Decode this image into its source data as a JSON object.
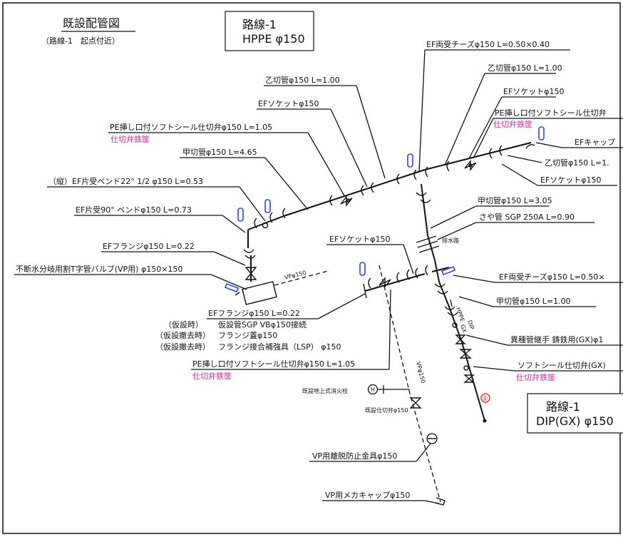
{
  "title": "既設配管図",
  "subtitle": "（路線-1　起点付近）",
  "route_top": {
    "line1": "路線-1",
    "line2": "HPPE φ150"
  },
  "route_bottom": {
    "line1": "路線-1",
    "line2": "DIP(GX) φ150"
  },
  "labels": {
    "ef_tee_top": "EF両受チーズφ150 L=0.50×0.40",
    "otsu_pipe_left": "乙切管φ150 L=1.00",
    "otsu_pipe_right": "乙切管φ150 L=1.00",
    "ef_socket_top_left": "EFソケットφ150",
    "ef_socket_top_right": "EFソケットφ150",
    "pe_valve_right": "PE挿し口付ソフトシール仕切弁",
    "pe_valve_left": "PE挿し口付ソフトシール仕切弁φ150 L=1.05",
    "valve_box_1": "仕切弁鉄筐",
    "valve_box_2": "仕切弁鉄筐",
    "valve_box_3": "仕切弁鉄筐",
    "valve_box_4": "仕切弁鉄筐",
    "ef_cap": "EFキャップ",
    "otsu_pipe_right2": "乙切管φ150 L=1.",
    "ko_pipe_465": "甲切管φ150 L=4.65",
    "ef_socket_right2": "EFソケットφ150",
    "bend_22": "（縦）EF片受ベンド22° 1/2 φ150 L=0.53",
    "ko_pipe_305": "甲切管φ150 L=3.05",
    "bend_90": "EF片受90° ベンドφ150 L=0.73",
    "saya_pipe": "さや管 SGP 250A L=0.90",
    "ef_flange_top": "EFフランジφ150 L=0.22",
    "ef_socket_mid": "EFソケットφ150",
    "waterway_note": "排水路",
    "branch_valve": "不断水分岐用割T字管バルブ(VP用) φ150×150",
    "vp150_a": "VPφ150",
    "ef_tee_mid": "EF両受チーズφ150 L=0.50×",
    "ko_pipe_100": "甲切管φ150 L=1.00",
    "ef_flange_mid": "EFフランジφ150 L=0.22",
    "temp_line1_tag": "（仮設時）",
    "temp_line1_text": "仮設管SGP VBφ150接続",
    "temp_line2_tag": "（仮設撤去時）",
    "temp_line2_text": "フランジ蓋φ150",
    "temp_line3_tag": "（仮設撤去時）",
    "temp_line3_text": "フランジ接合補強具（LSP） φ150",
    "hppe_tag": "HPPE",
    "dip_tag": "DIP",
    "gx_tag": "GX",
    "joint_label": "異種管継手 鋳鉄用(GX)φ1",
    "soft_valve": "ソフトシール仕切弁(GX)",
    "vp150_b": "VPφ150",
    "hydrant": "既設地上式消火栓",
    "hydrant_symbol": "H",
    "existing_valve": "既設仕切弁φ150",
    "vp_anti_detach": "VP用離脱防止金具φ150",
    "vp_mech_cap": "VP用メカキャップφ150",
    "point_marker": "①"
  },
  "colors": {
    "line": "#111111",
    "annotation_magenta": "#e01ea0",
    "symbol_blue": "#2a4bd7",
    "marker_red": "#e02020"
  }
}
